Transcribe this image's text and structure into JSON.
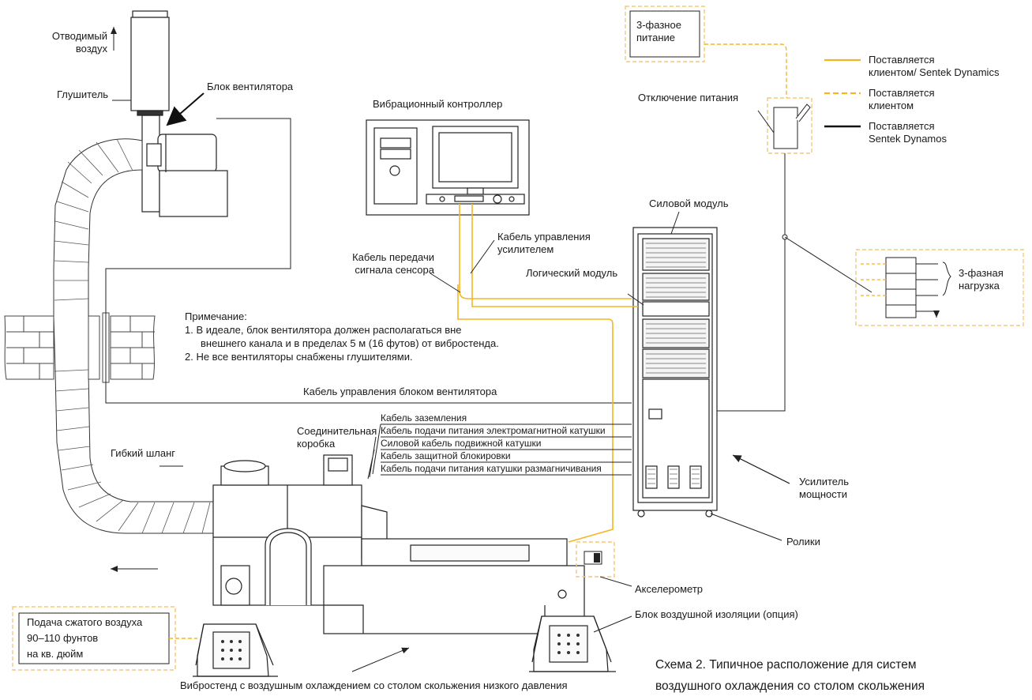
{
  "labels": {
    "exhaust_air": "Отводимый\nвоздух",
    "muffler": "Глушитель",
    "fan_unit": "Блок вентилятора",
    "vibration_controller": "Вибрационный контроллер",
    "amp_control_cable": "Кабель управления\nусилителем",
    "sensor_cable": "Кабель передачи\nсигнала сенсора",
    "logic_module": "Логический модуль",
    "power_module": "Силовой модуль",
    "three_phase_power": "3-фазное\nпитание",
    "power_disconnect": "Отключение питания",
    "three_phase_load": "3-фазная\nнагрузка",
    "fan_control_cable": "Кабель управления блоком вентилятора",
    "junction_box": "Соединительная\nкоробка",
    "flexible_hose": "Гибкий шланг",
    "power_amplifier": "Усилитель\nмощности",
    "casters": "Ролики",
    "accelerometer": "Акселерометр",
    "air_isolation": "Блок воздушной изоляции (опция)",
    "compressed_air": "Подача сжатого воздуха\n90–110 фунтов\nна кв. дюйм",
    "shaker_caption": "Вибростенд с воздушным охлаждением со столом скольжения низкого давления"
  },
  "note": {
    "title": "Примечание:",
    "item1_line1": "1.  В идеале, блок вентилятора должен располагаться вне",
    "item1_line2": "внешнего канала и в пределах 5 м (16 футов) от вибростенда.",
    "item2": "2.  Не все вентиляторы снабжены глушителями."
  },
  "cables": [
    "Кабель заземления",
    "Кабель подачи питания электромагнитной катушки",
    "Силовой кабель подвижной катушки",
    "Кабель защитной блокировки",
    "Кабель подачи питания катушки размагничивания"
  ],
  "legend": [
    {
      "text": "Поставляется\nклиентом/ Sentek Dynamics",
      "style": "solid",
      "color": "#f5b524"
    },
    {
      "text": "Поставляется\nклиентом",
      "style": "dashed",
      "color": "#f5b524"
    },
    {
      "text": "Поставляется\nSentek Dynamos",
      "style": "solid",
      "color": "#111111"
    }
  ],
  "caption": {
    "line1": "Схема 2. Типичное расположение для систем",
    "line2": "воздушного охлаждения со столом скольжения"
  },
  "colors": {
    "client_line": "#f5b524",
    "dashed_box": "#f5c77a",
    "equipment_line": "#222222"
  }
}
